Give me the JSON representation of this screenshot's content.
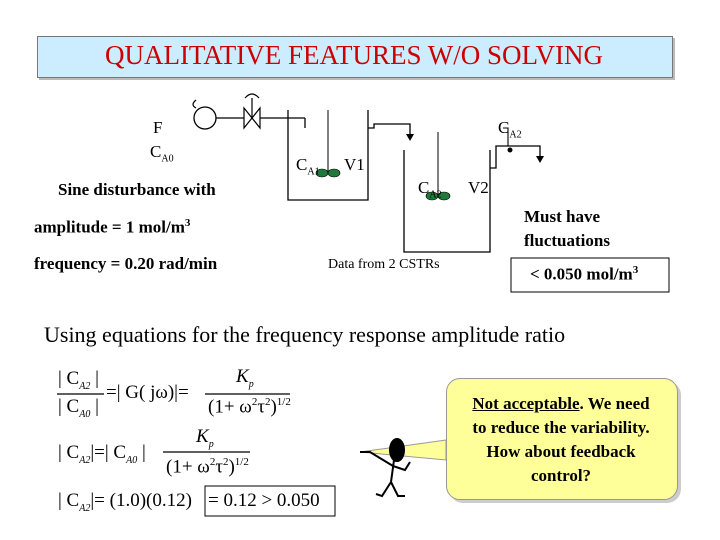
{
  "title": "QUALITATIVE FEATURES W/O SOLVING",
  "diagram": {
    "f_label": "F",
    "ca0_main": "C",
    "ca0_sub": "A0",
    "ca1_main": "C",
    "ca1_sub": "A1",
    "v1": "V1",
    "ca2_tank_main": "C",
    "ca2_tank_sub": "A2",
    "v2": "V2",
    "ca2_top_main": "C",
    "ca2_top_sub": "A2",
    "data_caption": "Data from 2 CSTRs"
  },
  "disturbance": {
    "heading": "Sine disturbance with",
    "amplitude": "amplitude = 1 mol/m",
    "amplitude_exp": "3",
    "frequency": "frequency =  0.20 rad/min"
  },
  "requirement": {
    "line1": "Must have",
    "line2": "fluctuations",
    "limit": "< 0.050 mol/m",
    "limit_exp": "3"
  },
  "subtitle": "Using equations for the frequency response amplitude ratio",
  "equations": {
    "eq1_lhs_num": "| C",
    "eq1_lhs_num_sub": "A2",
    "eq1_lhs_den": "| C",
    "eq1_lhs_den_sub": "A0",
    "eq1_mid": "=| G( jω)|=",
    "eq1_num": "K",
    "eq1_num_sub": "p",
    "eq1_den": "(1+ ω",
    "eq1_den_mid": "τ",
    "eq1_den_end": ")",
    "eq2_lhs": "| C",
    "eq2_lhs_sub": "A2",
    "eq2_mid": "|=| C",
    "eq2_mid_sub": "A0",
    "eq2_bar": "|",
    "eq2_num": "K",
    "eq2_num_sub": "p",
    "eq2_den": "(1+ ω",
    "eq2_den_mid": "τ",
    "eq2_den_end": ")",
    "eq3_lhs": "| C",
    "eq3_lhs_sub": "A2",
    "eq3_mid": "|= (1.0)(0.12)",
    "eq3_result": "= 0.12 > 0.050",
    "exp2": "2",
    "exp_half": "1/2"
  },
  "callout": {
    "underlined": "Not acceptable",
    "rest1": ".  We need",
    "line2": "to reduce the variability.",
    "line3": "How about feedback",
    "line4": "control?"
  },
  "colors": {
    "title_text": "#cc0000",
    "title_bg": "#ccecff",
    "callout_bg": "#ffff99",
    "agitator": "#1f7a3a"
  }
}
